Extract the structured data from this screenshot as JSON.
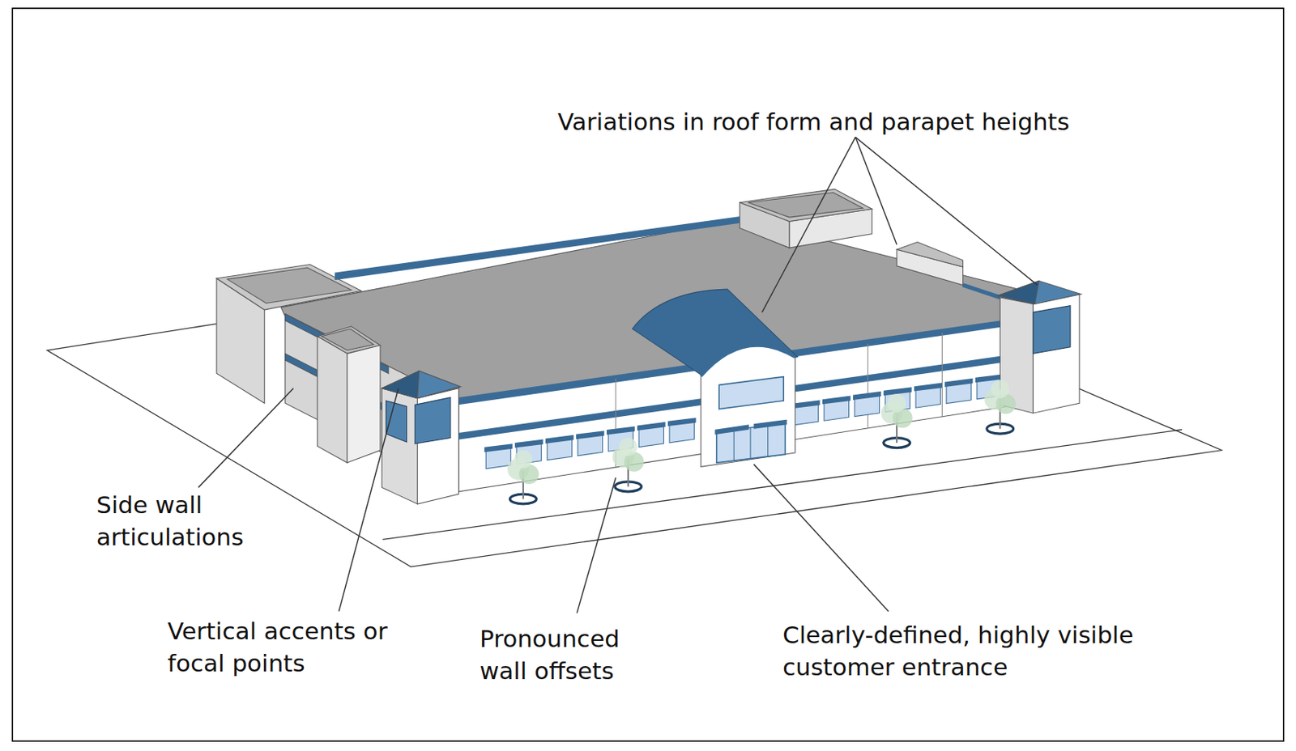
{
  "diagram": {
    "labels": [
      "Variations in roof form and parapet heights",
      "Side wall articulations",
      "Vertical accents or focal points",
      "Pronounced wall offsets",
      "Clearly-defined, highly visible customer entrance"
    ]
  }
}
